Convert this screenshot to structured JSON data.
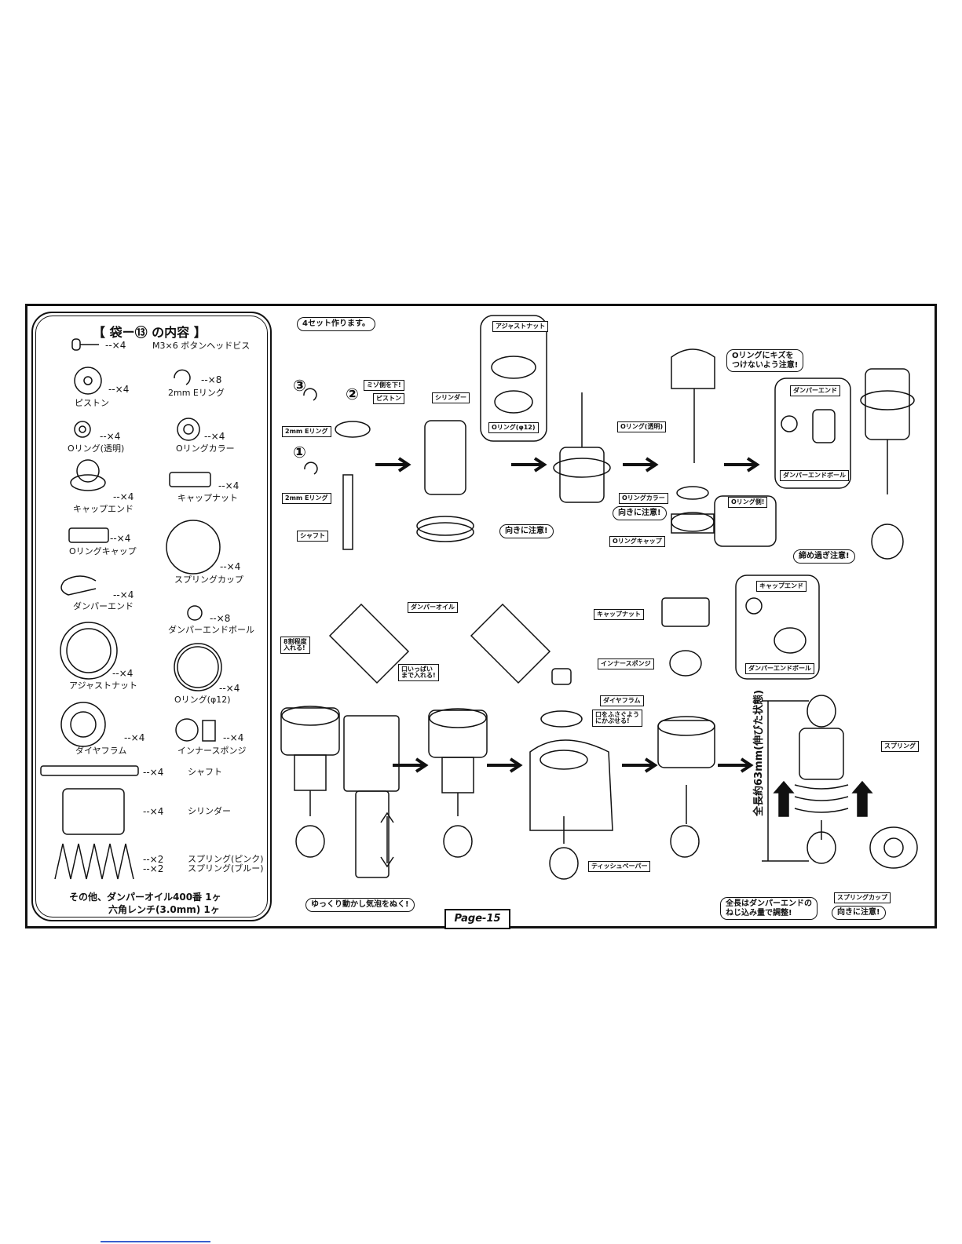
{
  "parts_list": {
    "title": "【 袋ー⑬ の内容 】",
    "items": [
      {
        "name": "M3×6 ボタンヘッドビス",
        "qty": "--×4"
      },
      {
        "name": "ピストン",
        "qty": "--×4"
      },
      {
        "name": "2mm Eリング",
        "qty": "--×8"
      },
      {
        "name": "Oリング(透明)",
        "qty": "--×4"
      },
      {
        "name": "Oリングカラー",
        "qty": "--×4"
      },
      {
        "name": "キャップエンド",
        "qty": "--×4"
      },
      {
        "name": "キャップナット",
        "qty": "--×4"
      },
      {
        "name": "Oリングキャップ",
        "qty": "--×4"
      },
      {
        "name": "スプリングカップ",
        "qty": "--×4"
      },
      {
        "name": "ダンパーエンド",
        "qty": "--×4"
      },
      {
        "name": "ダンパーエンドボール",
        "qty": "--×8"
      },
      {
        "name": "アジャストナット",
        "qty": "--×4"
      },
      {
        "name": "Oリング(φ12)",
        "qty": "--×4"
      },
      {
        "name": "ダイヤフラム",
        "qty": "--×4"
      },
      {
        "name": "インナースポンジ",
        "qty": "--×4"
      },
      {
        "name": "シャフト",
        "qty": "--×4"
      },
      {
        "name": "シリンダー",
        "qty": "--×4"
      },
      {
        "name": "スプリング(ピンク)",
        "qty": "--×2"
      },
      {
        "name": "スプリング(ブルー)",
        "qty": "--×2"
      }
    ],
    "footer_line1": "その他、ダンパーオイル400番 1ヶ",
    "footer_line2": "六角レンチ(3.0mm) 1ヶ"
  },
  "steps": {
    "make_four": "4セット作ります。",
    "num1": "①",
    "num2": "②",
    "num3": "③",
    "groove_down": "ミゾ側を下!",
    "piston": "ピストン",
    "e_ring_a": "2mm Eリング",
    "e_ring_b": "2mm Eリング",
    "shaft": "シャフト",
    "cylinder": "シリンダー",
    "adjust_nut": "アジャストナット",
    "o_ring_12": "Oリング(φ12)",
    "watch_direction_1": "向きに注意!",
    "o_ring_clear": "Oリング(透明)",
    "o_ring_collar": "Oリングカラー",
    "watch_direction_2": "向きに注意!",
    "o_ring_cap": "Oリングキャップ",
    "o_ring_side": "Oリング側!",
    "no_scratch_1": "Oリングにキズを",
    "no_scratch_2": "つけないよう注意!",
    "damper_end": "ダンパーエンド",
    "damper_end_ball": "ダンパーエンドボール",
    "no_overtighten": "締め過ぎ注意!",
    "damper_oil": "ダンパーオイル",
    "fill_80_1": "8割程度",
    "fill_80_2": "入れる!",
    "fill_full_1": "口いっぱい",
    "fill_full_2": "まで入れる!",
    "remove_bubbles": "ゆっくり動かし気泡をぬく!",
    "inner_sponge": "インナースポンジ",
    "diaphragm": "ダイヤフラム",
    "cover_1": "口をふさぐよう",
    "cover_2": "にかぶせる!",
    "tissue": "ティッシュペーパー",
    "cap_nut": "キャップナット",
    "cap_end": "キャップエンド",
    "damper_end_ball_2": "ダンパーエンドボール",
    "total_length": "全長約63mm(伸びた状態)",
    "spring": "スプリング",
    "length_adjust_1": "全長はダンパーエンドの",
    "length_adjust_2": "ねじ込み量で調整!",
    "spring_cup": "スプリングカップ",
    "watch_direction_3": "向きに注意!"
  },
  "page_label": "Page-15"
}
